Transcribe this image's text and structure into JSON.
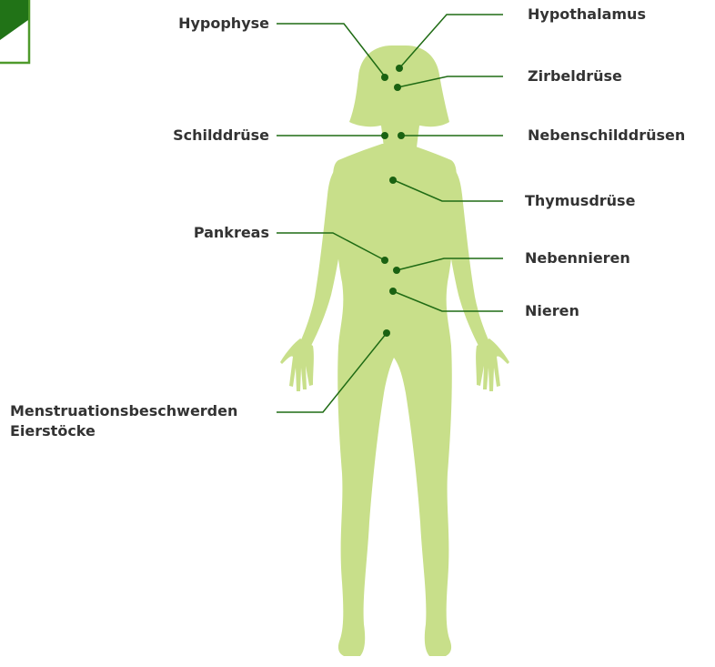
{
  "colors": {
    "body": "#c8df8a",
    "line": "#1f6b14",
    "dot": "#1a6212",
    "logo_dark": "#217317",
    "logo_border": "#4f9a2b",
    "text": "#333333"
  },
  "labels": {
    "hypophyse": "Hypophyse",
    "hypothalamus": "Hypothalamus",
    "zirbeldruese": "Zirbeldrüse",
    "schilddruese": "Schilddrüse",
    "nebenschilddruesen": "Nebenschilddrüsen",
    "thymusdruese": "Thymusdrüse",
    "pankreas": "Pankreas",
    "nebennieren": "Nebennieren",
    "nieren": "Nieren",
    "menstruationsbeschwerden": "Menstruationsbeschwerden",
    "eierstoecke": "Eierstöcke"
  }
}
